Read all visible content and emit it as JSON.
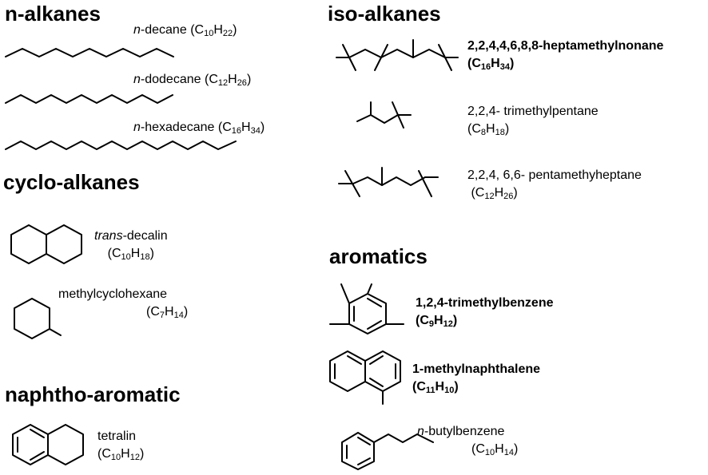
{
  "headings": {
    "n_alkanes": "n-alkanes",
    "iso_alkanes": "iso-alkanes",
    "cyclo_alkanes": "cyclo-alkanes",
    "aromatics": "aromatics",
    "naphtho_aromatic": "naphtho-aromatic"
  },
  "compounds": {
    "decane": {
      "prefix": "n",
      "name": "-decane",
      "formula_open": "(C",
      "c": "10",
      "h_sym": "H",
      "h": "22",
      "formula_close": ")"
    },
    "dodecane": {
      "prefix": "n",
      "name": "-dodecane",
      "formula_open": "(C",
      "c": "12",
      "h_sym": "H",
      "h": "26",
      "formula_close": ")"
    },
    "hexadecane": {
      "prefix": "n",
      "name": "-hexadecane",
      "formula_open": "(C",
      "c": "16",
      "h_sym": "H",
      "h": "34",
      "formula_close": ")"
    },
    "heptamethylnonane": {
      "name": "2,2,4,4,6,8,8-heptamethylnonane",
      "formula_open": "(C",
      "c": "16",
      "h_sym": "H",
      "h": "34",
      "formula_close": ")"
    },
    "trimethylpentane": {
      "name": "2,2,4- trimethylpentane",
      "formula_open": "(C",
      "c": "8",
      "h_sym": "H",
      "h": "18",
      "formula_close": ")"
    },
    "pentamethylheptane": {
      "name": "2,2,4, 6,6- pentamethyheptane",
      "formula_open": "(C",
      "c": "12",
      "h_sym": "H",
      "h": "26",
      "formula_close": ")"
    },
    "decalin": {
      "prefix": "trans",
      "name": "-decalin",
      "formula_open": "(C",
      "c": "10",
      "h_sym": "H",
      "h": "18",
      "formula_close": ")"
    },
    "methylcyclohexane": {
      "name": "methylcyclohexane",
      "formula_open": "(C",
      "c": "7",
      "h_sym": "H",
      "h": "14",
      "formula_close": ")"
    },
    "tetralin": {
      "name": "tetralin",
      "formula_open": "(C",
      "c": "10",
      "h_sym": "H",
      "h": "12",
      "formula_close": ")"
    },
    "trimethylbenzene": {
      "name": "1,2,4-trimethylbenzene",
      "formula_open": "(C",
      "c": "9",
      "h_sym": "H",
      "h": "12",
      "formula_close": ")"
    },
    "methylnaphthalene": {
      "name": "1-methylnaphthalene",
      "formula_open": "(C",
      "c": "11",
      "h_sym": "H",
      "h": "10",
      "formula_close": ")"
    },
    "butylbenzene": {
      "prefix": "n",
      "name": "-butylbenzene",
      "formula_open": "(C",
      "c": "10",
      "h_sym": "H",
      "h": "14",
      "formula_close": ")"
    }
  }
}
